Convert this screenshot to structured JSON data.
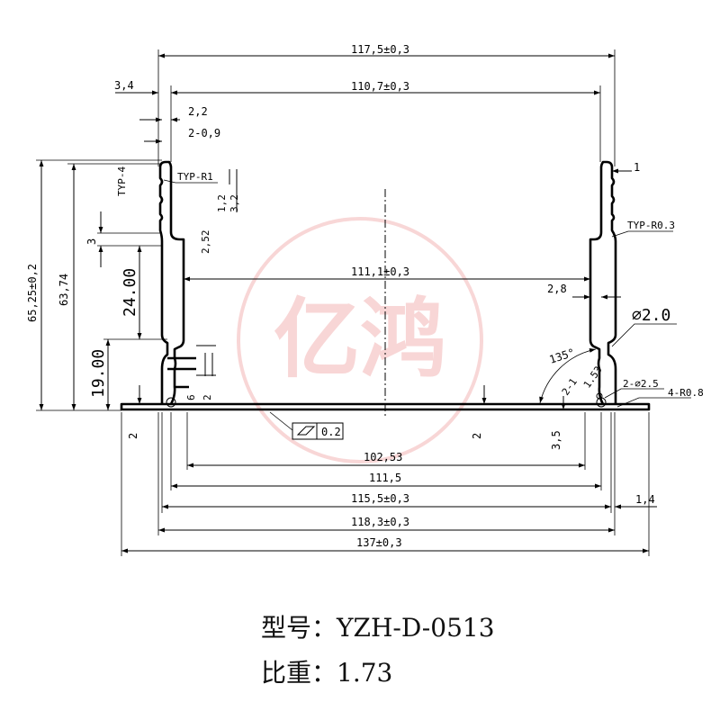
{
  "dimensions": {
    "top_overall": "117,5±0,3",
    "top_inner": "110,7±0,3",
    "left_wall_offset": "3,4",
    "fin_width": "2,2",
    "fin_spec": "2-0,9",
    "radius_left": "TYP-R1",
    "fin_count": "TYP-4",
    "fin_pitch_a": "1,2",
    "fin_pitch_b": "3,2",
    "step_a": "3",
    "step_b": "2,52",
    "overall_height": "65,25±0,2",
    "inner_height": "63,74",
    "slot_upper": "24.00",
    "slot_lower": "19.00",
    "inner_span": "111,1±0,3",
    "radius_right": "TYP-R0.3",
    "right_fin": "1",
    "wall_thickness": "2,8",
    "hole_diameter": "⌀2.0",
    "angle": "135°",
    "rib": "1.53",
    "rib_b": "2-1",
    "holes": "2-⌀2.5",
    "corner_radius": "4-R0.8",
    "small_a": "6",
    "small_b": "2",
    "base_thickness_left": "2",
    "base_thickness_mid": "2",
    "base_offset": "3,5",
    "flatness_value": "0.2",
    "bottom_1": "102,53",
    "bottom_2": "111,5",
    "bottom_3": "115,5±0,3",
    "bottom_4": "118,3±0,3",
    "bottom_5": "137±0,3",
    "right_offset": "1,4"
  },
  "watermark": "亿鸿",
  "info": {
    "model_label": "型号：",
    "model_value": "YZH-D-0513",
    "gravity_label": "比重：",
    "gravity_value": "1.73"
  }
}
